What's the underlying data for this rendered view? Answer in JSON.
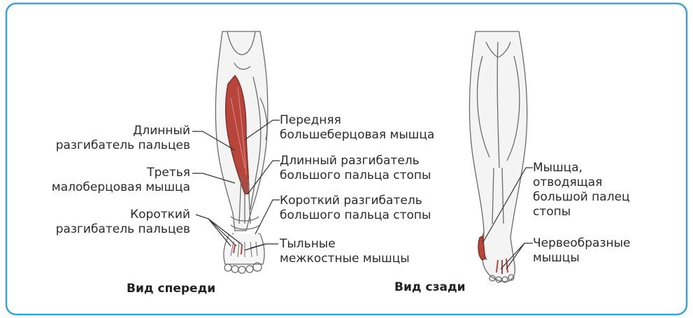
{
  "colors": {
    "frame": "#3aa1dc",
    "muscle_red": "#b8453b",
    "outline": "#6a6a6a",
    "leader": "#333333"
  },
  "front": {
    "caption": "Вид спереди",
    "labels_left": [
      {
        "lines": [
          "Длинный",
          "разгибатель пальцев"
        ]
      },
      {
        "lines": [
          "Третья",
          "малоберцовая мышца"
        ]
      },
      {
        "lines": [
          "Короткий",
          "разгибатель пальцев"
        ]
      }
    ],
    "labels_right": [
      {
        "lines": [
          "Передняя",
          "большеберцовая мышца"
        ]
      },
      {
        "lines": [
          "Длинный разгибатель",
          "большого пальца стопы"
        ]
      },
      {
        "lines": [
          "Короткий разгибатель",
          "большого пальца стопы"
        ]
      },
      {
        "lines": [
          "Тыльные",
          "межкостные мышцы"
        ]
      }
    ]
  },
  "back": {
    "caption": "Вид сзади",
    "labels_right": [
      {
        "lines": [
          "Мышца,",
          "отводящая",
          "большой палец",
          "стопы"
        ]
      },
      {
        "lines": [
          "Червеобразные",
          "мышцы"
        ]
      }
    ]
  }
}
